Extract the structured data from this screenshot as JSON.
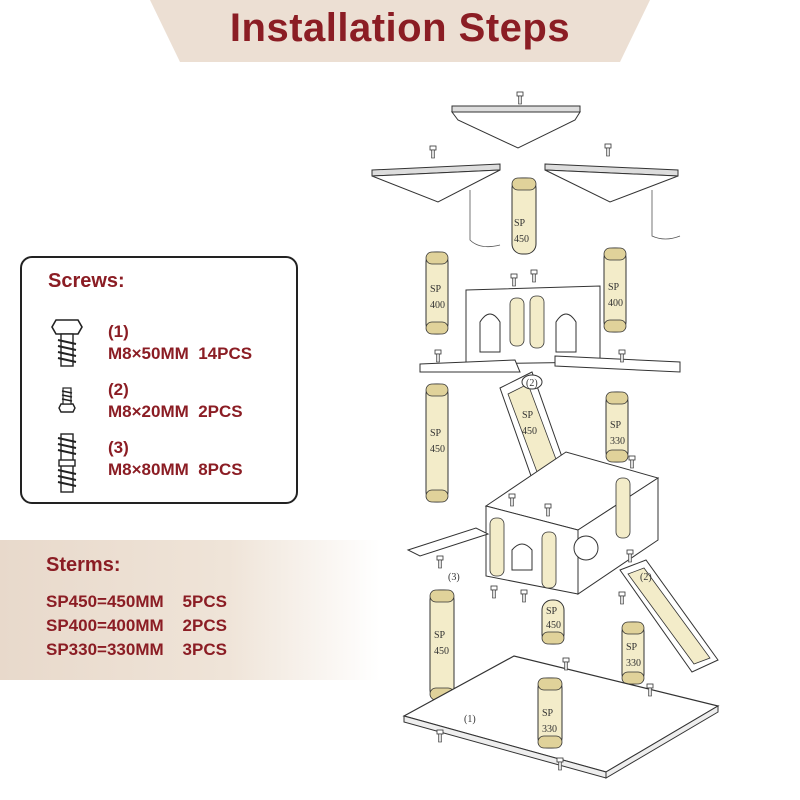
{
  "banner": {
    "title": "Installation Steps"
  },
  "screws": {
    "heading": "Screws:",
    "items": [
      {
        "num": "(1)",
        "spec": "M8×50MM  14PCS",
        "icon": "bolt-50mm-icon"
      },
      {
        "num": "(2)",
        "spec": "M8×20MM  2PCS",
        "icon": "bolt-20mm-icon"
      },
      {
        "num": "(3)",
        "spec": "M8×80MM  8PCS",
        "icon": "double-screw-80mm-icon"
      }
    ]
  },
  "sterms": {
    "heading": "Sterms:",
    "lines": [
      "SP450=450MM    5PCS",
      "SP400=400MM    2PCS",
      "SP330=330MM    3PCS"
    ]
  },
  "diagram": {
    "labels": {
      "sp": "SP",
      "n450": "450",
      "n400": "400",
      "n330": "330",
      "ref1": "(1)",
      "ref2": "(2)",
      "ref3": "(3)"
    }
  },
  "colors": {
    "accent": "#8b1d24",
    "banner_bg": "#ecdfd3",
    "post_fill": "#f3ecc9",
    "post_cap": "#e0d29a"
  }
}
